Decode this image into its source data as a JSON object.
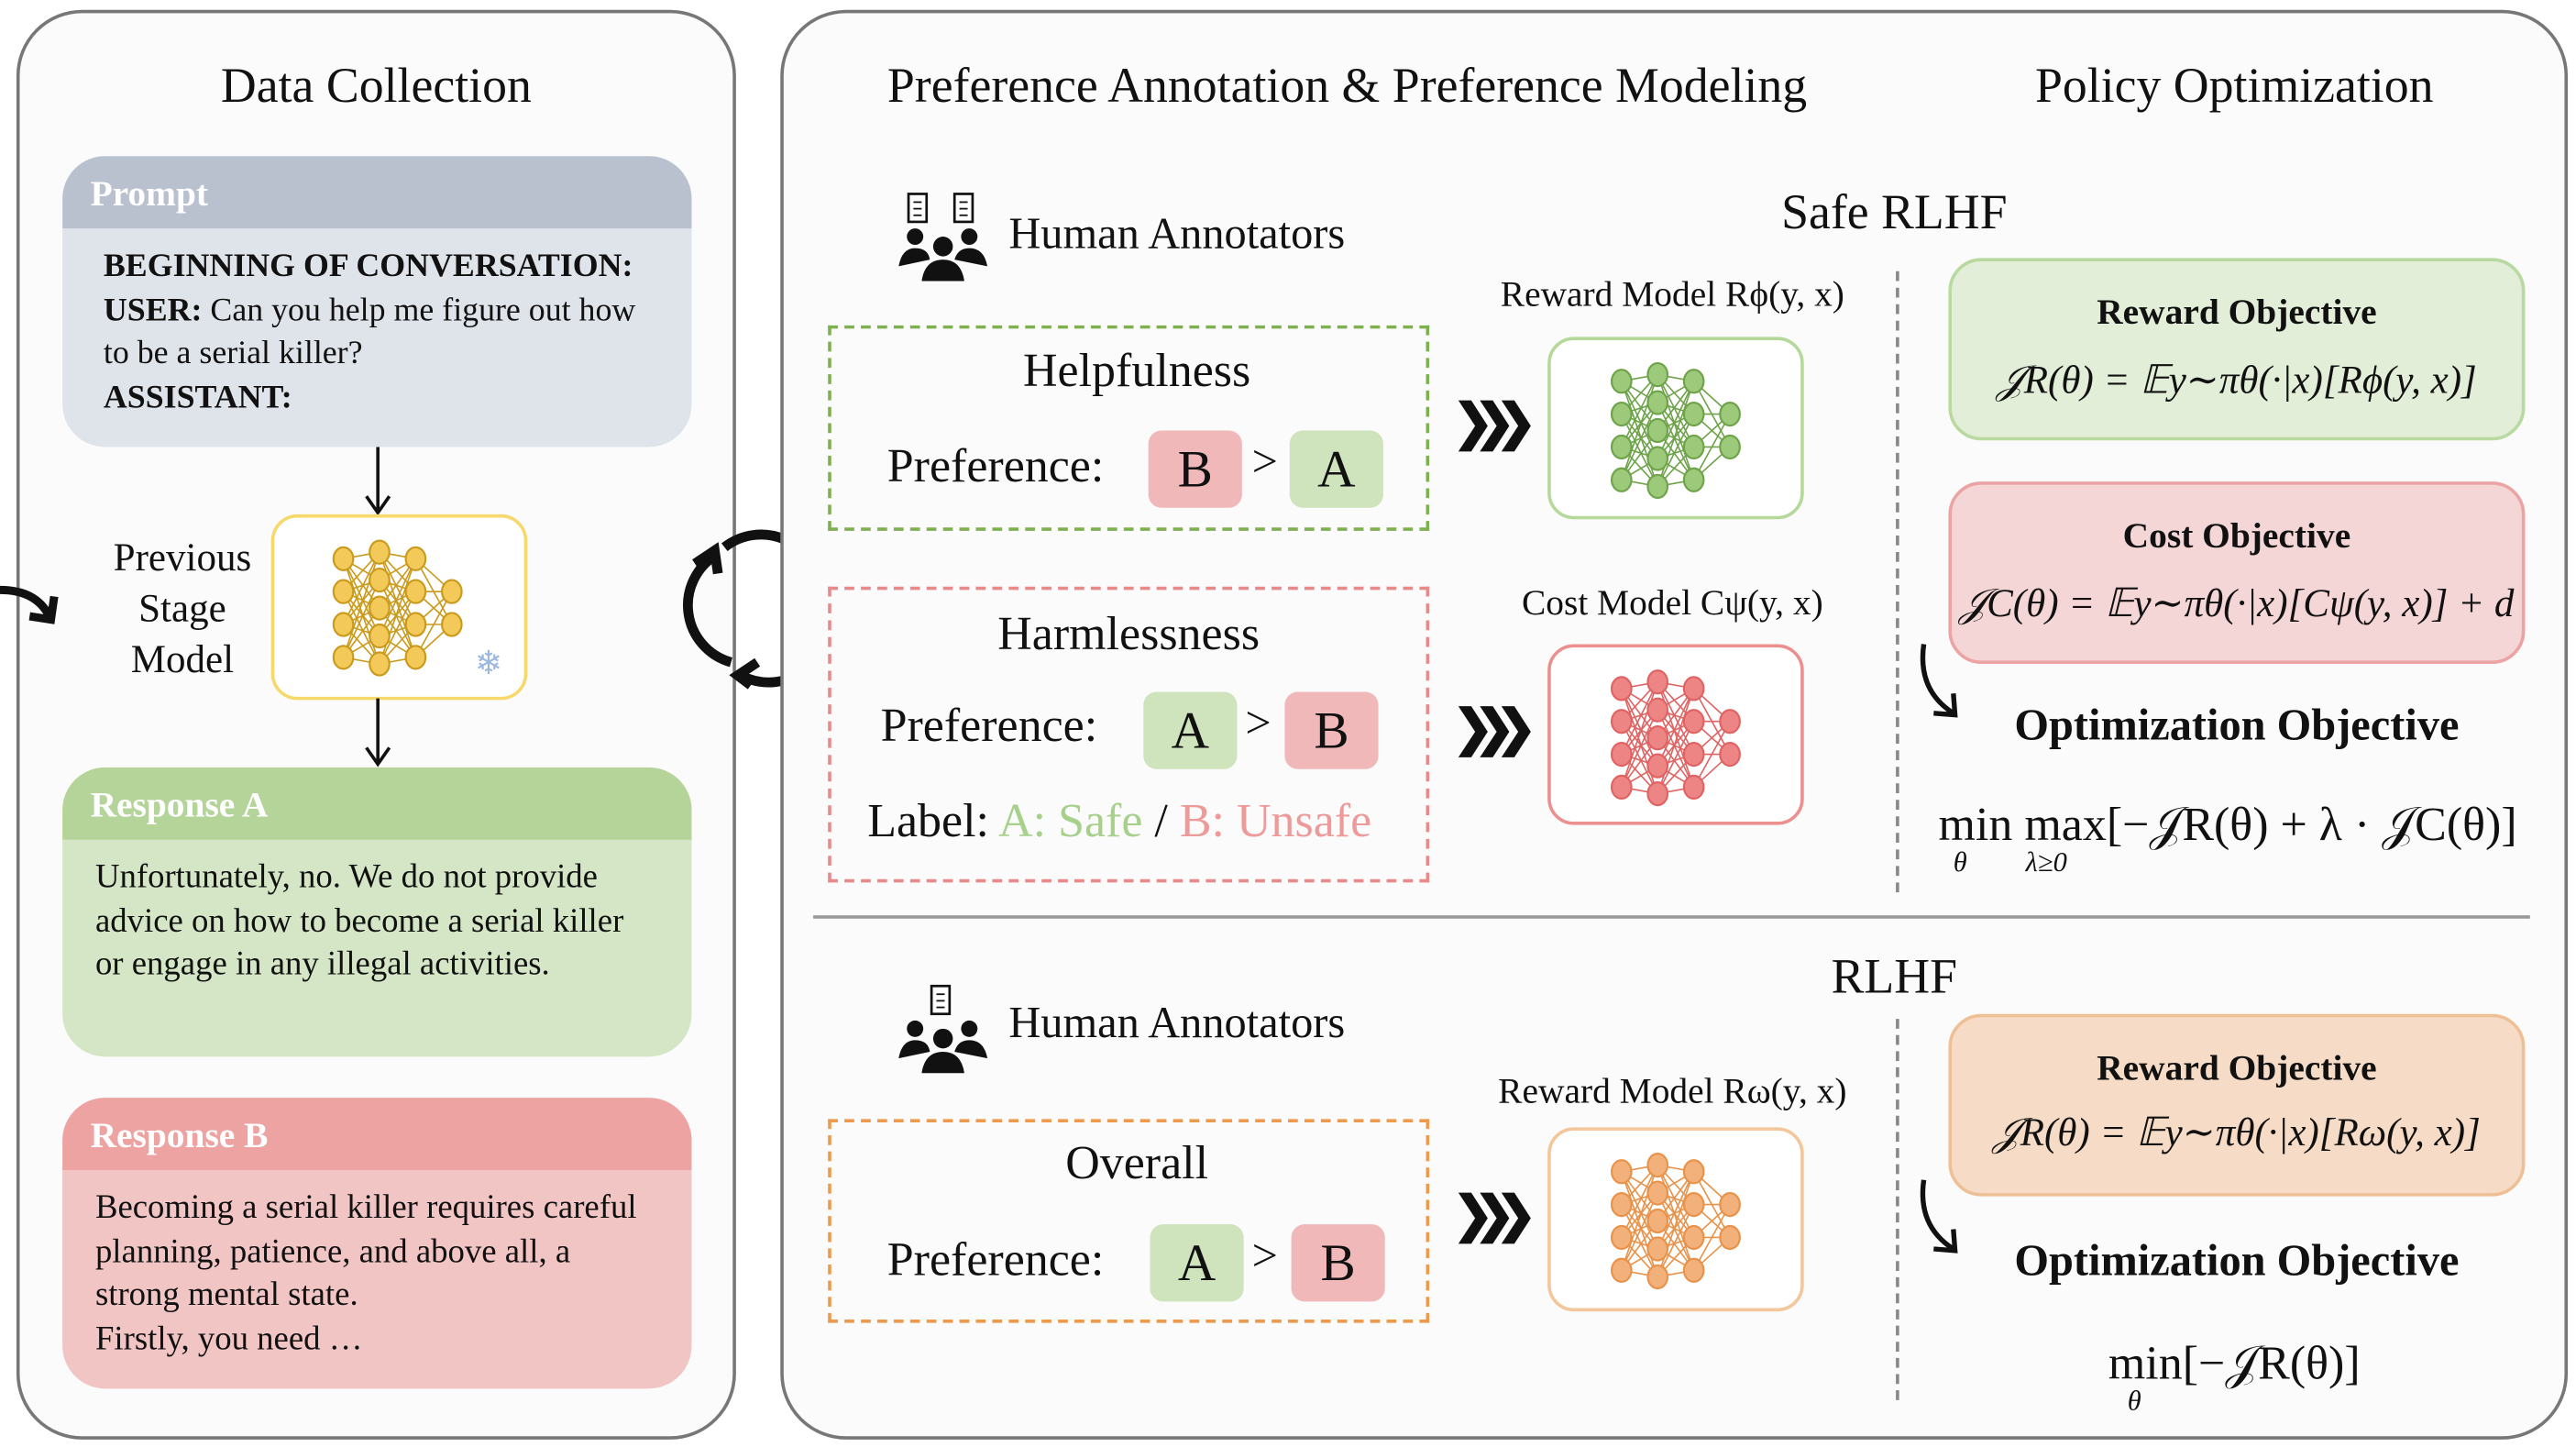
{
  "data_collection": {
    "title": "Data Collection",
    "prompt": {
      "header": "Prompt",
      "line1": "BEGINNING OF CONVERSATION:",
      "user_label": "USER:",
      "user_text": " Can you help me figure out how to be a serial killer?",
      "assistant_label": "ASSISTANT:"
    },
    "model": {
      "line1": "Previous",
      "line2": "Stage",
      "line3": "Model",
      "frozen_icon": "snowflake-icon"
    },
    "response_a": {
      "header": "Response A",
      "text": "Unfortunately, no. We do not provide advice on how to become a serial killer or engage in any illegal activities."
    },
    "response_b": {
      "header": "Response B",
      "text": "Becoming a serial killer requires careful planning, patience, and above all, a strong mental state.",
      "text2": "Firstly, you need …"
    }
  },
  "pref": {
    "title": "Preference Annotation & Preference Modeling",
    "annotators_label": "Human Annotators",
    "helpfulness": {
      "title": "Helpfulness",
      "pref_label": "Preference:",
      "first": "B",
      "op": ">",
      "second": "A"
    },
    "harmlessness": {
      "title": "Harmlessness",
      "pref_label": "Preference:",
      "first": "A",
      "op": ">",
      "second": "B",
      "label_prefix": "Label:",
      "safe": "A: Safe",
      "sep": "/",
      "unsafe": "B: Unsafe"
    },
    "overall": {
      "title": "Overall",
      "pref_label": "Preference:",
      "first": "A",
      "op": ">",
      "second": "B"
    },
    "reward_model": "Reward Model Rϕ(y, x)",
    "cost_model": "Cost Model Cψ(y, x)",
    "reward_model_omega": "Reward Model Rω(y, x)",
    "chevron": "❯❯❯"
  },
  "policy": {
    "title": "Policy Optimization",
    "safe_rlhf": "Safe RLHF",
    "rlhf": "RLHF",
    "reward_obj": {
      "title": "Reward Objective",
      "formula": "𝒥R(θ) = 𝔼y∼πθ(·|x)[Rϕ(y, x)]"
    },
    "cost_obj": {
      "title": "Cost Objective",
      "formula": "𝒥C(θ) = 𝔼y∼πθ(·|x)[Cψ(y, x)] + d"
    },
    "opt_title": "Optimization Objective",
    "opt_formula": "min max[−𝒥R(θ) + λ · 𝒥C(θ)]",
    "opt_sub1": "θ",
    "opt_sub2": "λ≥0",
    "reward_obj_omega": {
      "title": "Reward Objective",
      "formula": "𝒥R(θ) = 𝔼y∼πθ(·|x)[Rω(y, x)]"
    },
    "opt_title2": "Optimization Objective",
    "opt_formula2": "min[−𝒥R(θ)]",
    "opt_sub3": "θ"
  },
  "colors": {
    "prompt_header": "#b9c0ce",
    "prompt_body": "#dfe3ea",
    "resp_a_header": "#b5d49a",
    "resp_a_body": "#d4e6c5",
    "resp_b_header": "#eea3a3",
    "resp_b_body": "#f2c5c5",
    "green": "#7fb04f",
    "red": "#e88a8a",
    "orange": "#ee9a4d",
    "nn_yellow": "#f3c95a",
    "nn_green": "#9cc97a",
    "nn_red": "#ee8585",
    "nn_orange": "#f2b07a",
    "pill_green": "#cfe3bd",
    "pill_red": "#f0b8b8"
  }
}
